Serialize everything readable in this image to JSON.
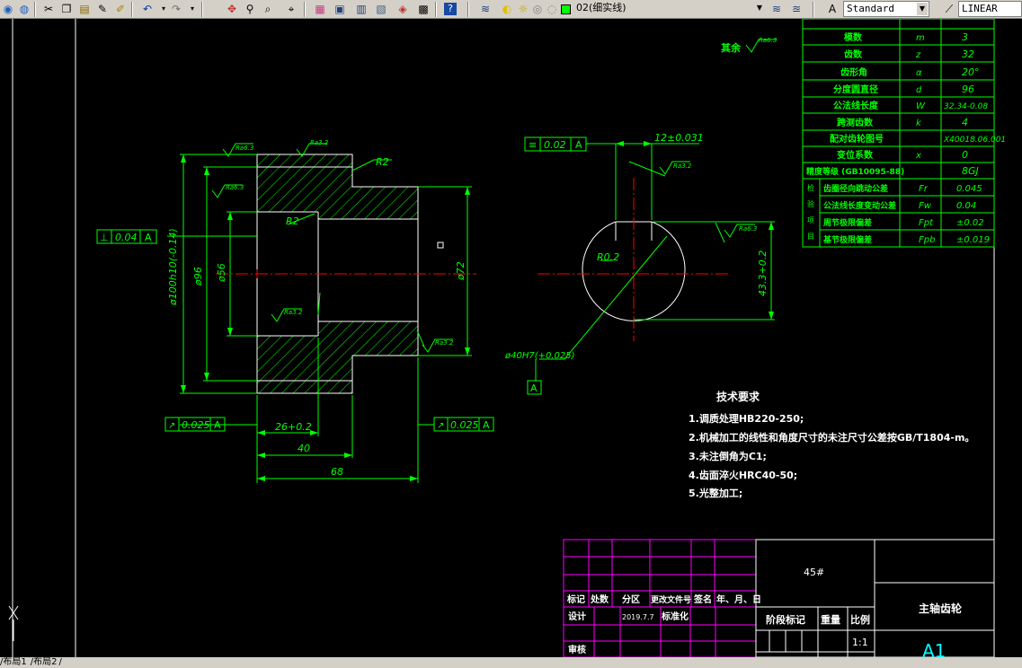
{
  "toolbar": {
    "layer_name": "02(细实线)",
    "text_style": "Standard",
    "dim_style": "LINEAR"
  },
  "tabs": [
    "布局1",
    "布局2"
  ],
  "drawing": {
    "roughness_rest": "其余",
    "roughness_vals": {
      "r63": "Ra6.3",
      "r32": "Ra3.2"
    },
    "dims": {
      "r2": "R2",
      "r2b": "R2",
      "d100": "ø100h10(-0.14)",
      "d96": "ø96",
      "d56": "ø56",
      "d72": "ø72",
      "dim26": "26+0.2",
      "dim40": "40",
      "dim68": "68",
      "keyw": "12±0.031",
      "r02": "R0.2",
      "d433": "43.3+0.2",
      "bore": "ø40H7(+0.025)"
    },
    "tol_perp": {
      "sym": "⊥",
      "val": "0.04",
      "ref": "A"
    },
    "tol_sym": {
      "sym": "≡",
      "val": "0.02",
      "ref": "A"
    },
    "tol_run_left": {
      "sym": "↗",
      "val": "0.025",
      "ref": "A"
    },
    "tol_run_right": {
      "sym": "↗",
      "val": "0.025",
      "ref": "A"
    },
    "datum": "A"
  },
  "gear_table": {
    "rows": [
      {
        "name": "模数",
        "sym": "m",
        "val": "3"
      },
      {
        "name": "齿数",
        "sym": "z",
        "val": "32"
      },
      {
        "name": "齿形角",
        "sym": "α",
        "val": "20°"
      },
      {
        "name": "分度圆直径",
        "sym": "d",
        "val": "96"
      },
      {
        "name": "公法线长度",
        "sym": "W",
        "val": "32.34-0.08"
      },
      {
        "name": "跨测齿数",
        "sym": "k",
        "val": "4"
      },
      {
        "name": "配对齿轮图号",
        "sym": "",
        "val": "X40018.06.001"
      },
      {
        "name": "变位系数",
        "sym": "x",
        "val": "0"
      },
      {
        "name": "精度等级 (GB10095-88)",
        "sym": "",
        "val": "8GJ"
      }
    ],
    "group_label": "检验项目",
    "check_rows": [
      {
        "name": "齿圈径向跳动公差",
        "sym": "Fr",
        "val": "0.045"
      },
      {
        "name": "公法线长度变动公差",
        "sym": "Fw",
        "val": "0.04"
      },
      {
        "name": "周节极限偏差",
        "sym": "Fpt",
        "val": "±0.02"
      },
      {
        "name": "基节极限偏差",
        "sym": "Fpb",
        "val": "±0.019"
      }
    ]
  },
  "tech_req": {
    "title": "技术要求",
    "items": [
      "1.调质处理HB220-250;",
      "2.机械加工的线性和角度尺寸的未注尺寸公差按GB/T1804-m。",
      "3.未注倒角为C1;",
      "4.齿面淬火HRC40-50;",
      "5.光整加工;"
    ]
  },
  "title_block": {
    "material": "45#",
    "part_name": "主轴齿轮",
    "drawing_no": "A1",
    "scale": "1:1",
    "headers": [
      "标记",
      "处数",
      "分区",
      "更改文件号",
      "签名",
      "年、月、日"
    ],
    "design": "设计",
    "date": "2019.7.7",
    "standardize": "标准化",
    "review": "审核",
    "stage_mark": "阶段标记",
    "weight": "重量",
    "ratio": "比例"
  }
}
